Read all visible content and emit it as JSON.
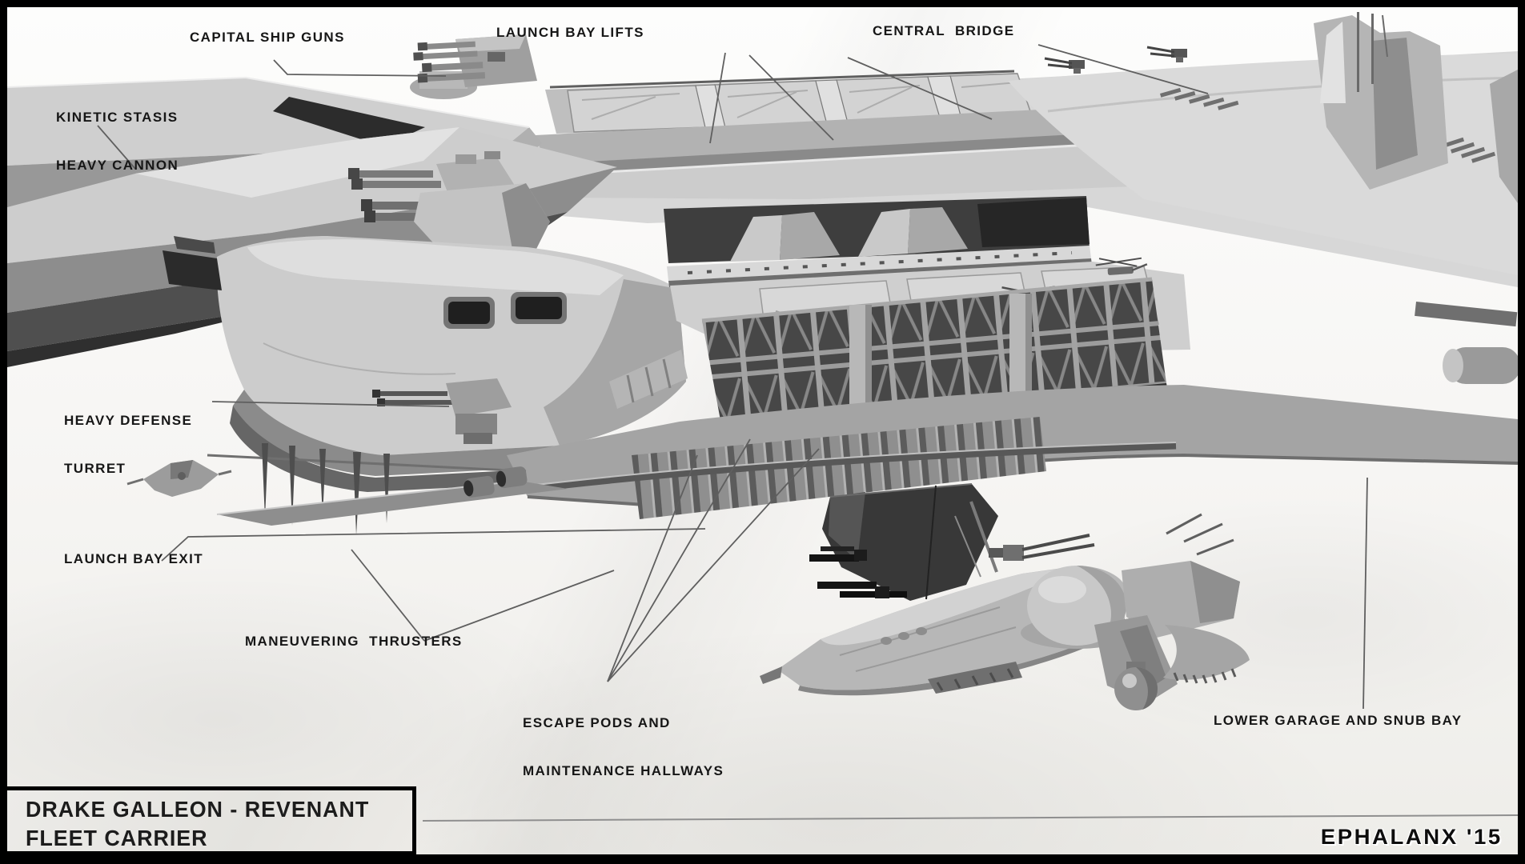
{
  "artwork": {
    "title_block": {
      "line1": "DRAKE GALLEON - REVENANT",
      "line2": "FLEET CARRIER"
    },
    "signature": "EPHALANX '15"
  },
  "annotations": {
    "capital_ship_guns": {
      "text": "CAPITAL SHIP GUNS"
    },
    "kinetic_stasis_heavy_cannon": {
      "line1": "KINETIC STASIS",
      "line2": "HEAVY CANNON"
    },
    "launch_bay_lifts": {
      "text": "LAUNCH BAY LIFTS"
    },
    "central_bridge": {
      "text": "CENTRAL  BRIDGE"
    },
    "heavy_defense_turret": {
      "line1": "HEAVY DEFENSE",
      "line2": "TURRET"
    },
    "launch_bay_exit": {
      "text": "LAUNCH BAY EXIT"
    },
    "maneuvering_thrusters": {
      "text": "MANEUVERING  THRUSTERS"
    },
    "escape_pods": {
      "line1": "ESCAPE PODS AND",
      "line2": "MAINTENANCE HALLWAYS"
    },
    "lower_garage": {
      "text": "LOWER GARAGE AND SNUB BAY"
    }
  },
  "colors": {
    "frame": "#000000",
    "background": "#f5f4f2",
    "label_ink": "#161616",
    "leader_line": "#5f5f5f",
    "hull_light": "#d6d6d6",
    "hull_dark": "#4a4a4a"
  }
}
